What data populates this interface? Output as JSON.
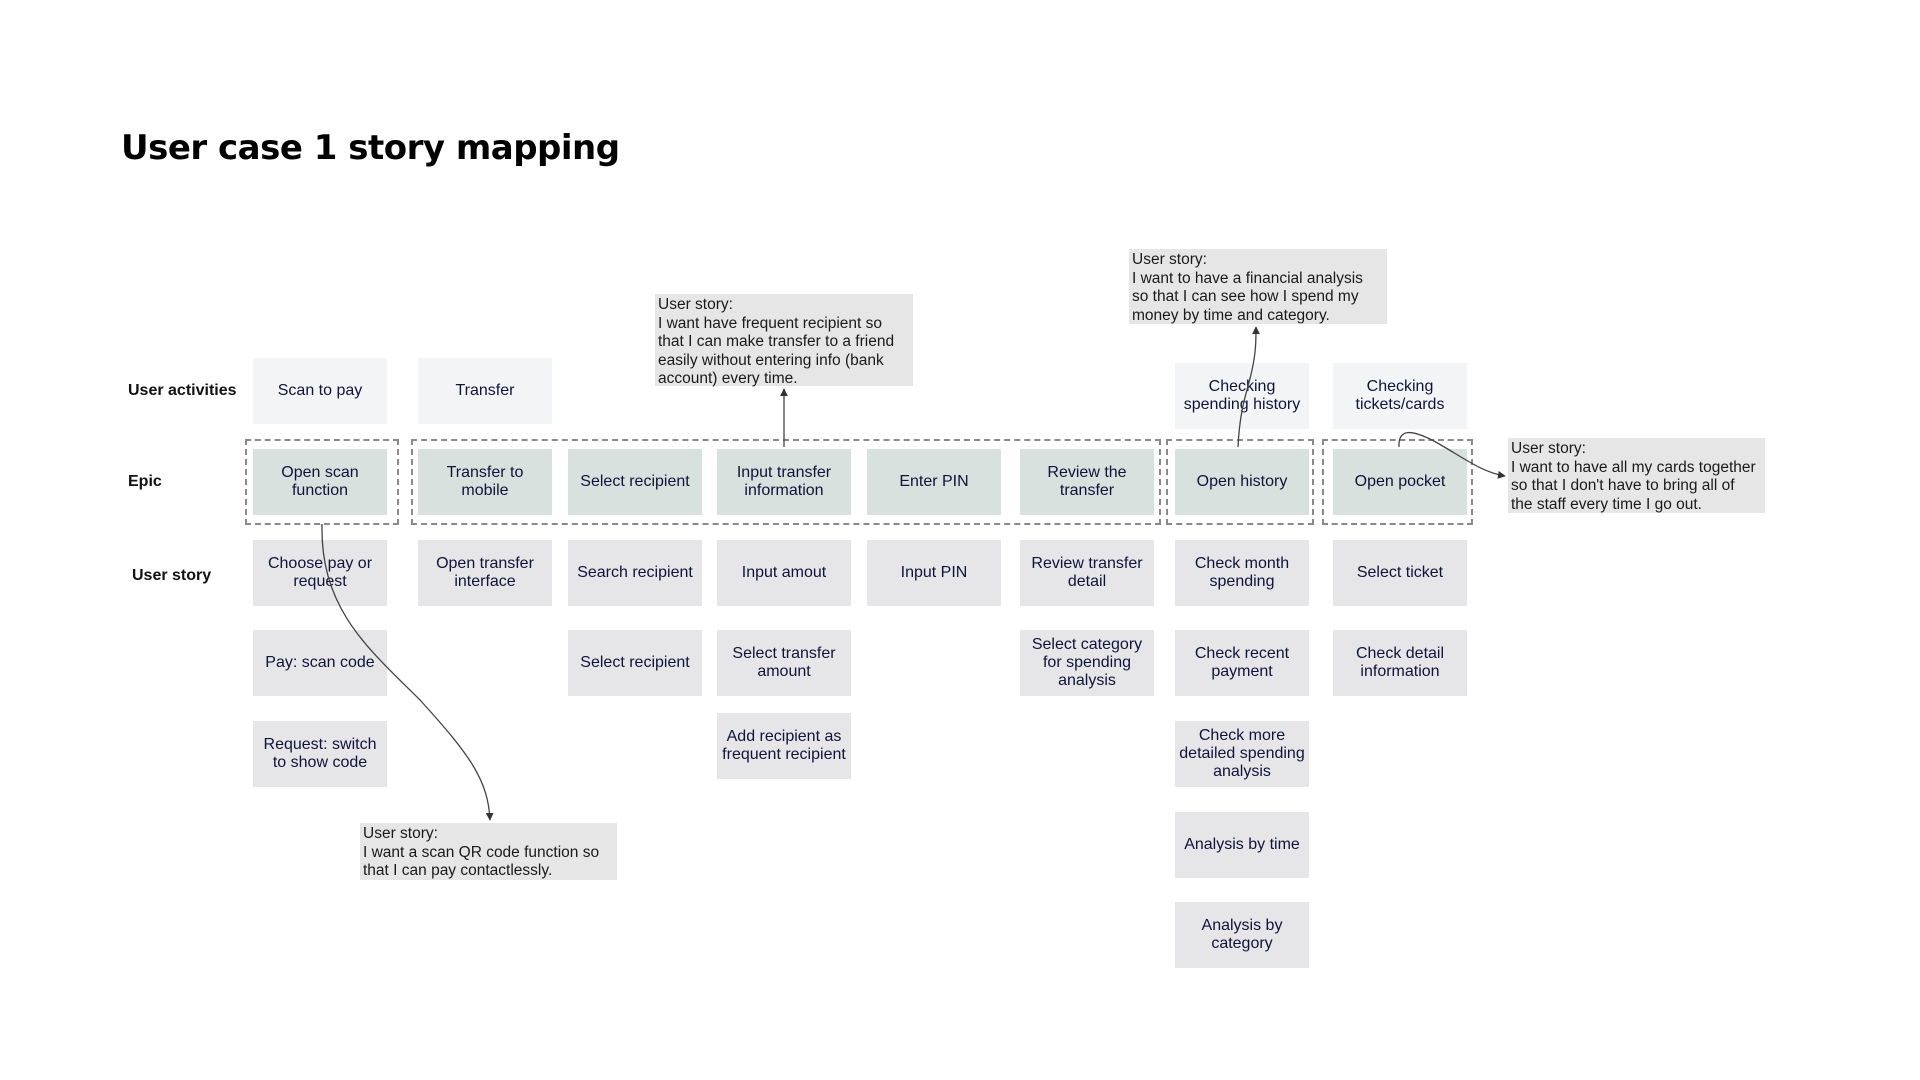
{
  "title": "User case 1 story mapping",
  "row_labels": {
    "activities": "User activities",
    "epic": "Epic",
    "story": "User story"
  },
  "activities": [
    "Scan to pay",
    "Transfer",
    "Checking spending history",
    "Checking tickets/cards"
  ],
  "epics": [
    "Open scan function",
    "Transfer to mobile",
    "Select recipient",
    "Input transfer information",
    "Enter PIN",
    "Review the transfer",
    "Open history",
    "Open pocket"
  ],
  "stories": {
    "scan": [
      "Choose pay or request",
      "Pay: scan code",
      "Request: switch to show code"
    ],
    "transfer_mobile": [
      "Open transfer interface"
    ],
    "select_recipient": [
      "Search recipient",
      "Select recipient"
    ],
    "input_info": [
      "Input amout",
      "Select transfer amount",
      "Add recipient as frequent recipient"
    ],
    "enter_pin": [
      "Input PIN"
    ],
    "review": [
      "Review transfer detail",
      "Select category for spending analysis"
    ],
    "history": [
      "Check month spending",
      "Check recent payment",
      "Check more detailed spending analysis",
      "Analysis by time",
      "Analysis by category"
    ],
    "pocket": [
      "Select ticket",
      "Check detail information"
    ]
  },
  "notes": {
    "frequent_recipient": [
      "User story:",
      "I want have frequent recipient so",
      "that I can make transfer to a friend",
      "easily without entering info (bank",
      "account) every time."
    ],
    "financial_analysis": [
      "User story:",
      "I want to have a financial analysis",
      "so that I can see how I spend my",
      "money by time and category."
    ],
    "cards_together": [
      "User story:",
      "I want to have all my cards together",
      "so that I don't have to bring all of",
      "the staff every time I go out."
    ],
    "scan_qr": [
      "User story:",
      "I want a scan QR code function so",
      "that I can pay contactlessly."
    ]
  }
}
